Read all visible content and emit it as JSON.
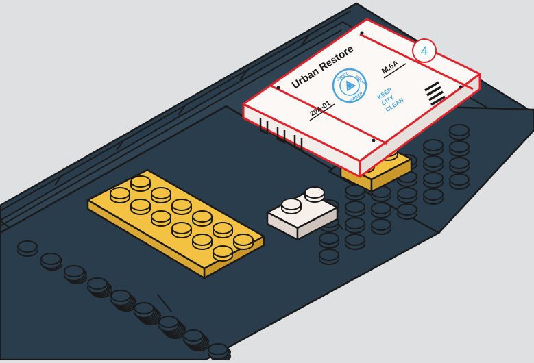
{
  "step": {
    "number": "4"
  },
  "tile": {
    "brand": "Urban Restore",
    "seal_top": "SWIFT",
    "seal_right": "SQUAD",
    "seal_bottom": "SWEEP",
    "code_left": "20A-01",
    "code_right": "M.6A",
    "slogan": [
      "KEEP",
      "CITY",
      "CLEAN"
    ]
  },
  "colors": {
    "background": "#dfe0e2",
    "baseplate": "#2a3d4d",
    "outline": "#1a1a1a",
    "yellow": "#f4c243",
    "white_brick": "#f6efea",
    "highlight": "#e0232b",
    "tile_text": "#1a1a1a",
    "seal_blue": "#4aa3dc"
  }
}
